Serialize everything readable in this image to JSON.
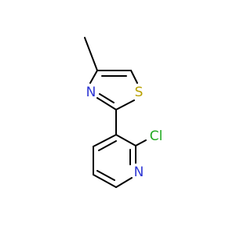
{
  "molecule": {
    "atoms": [
      {
        "id": "S",
        "symbol": "S",
        "color": "#b8a000"
      },
      {
        "id": "N_thiazole",
        "symbol": "N",
        "color": "#2c35d4"
      },
      {
        "id": "Cl",
        "symbol": "Cl",
        "color": "#1faa1f"
      },
      {
        "id": "N_pyridine",
        "symbol": "N",
        "color": "#2c35d4"
      }
    ],
    "bond_color": "#000000"
  }
}
